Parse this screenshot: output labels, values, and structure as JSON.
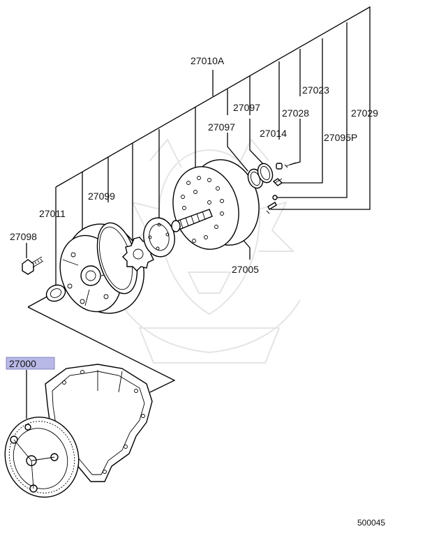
{
  "diagram": {
    "labels": {
      "p27010A": "27010A",
      "p27097a": "27097",
      "p27097b": "27097",
      "p27023": "27023",
      "p27028": "27028",
      "p27014": "27014",
      "p27029": "27029",
      "p27095P": "27095P",
      "p27099": "27099",
      "p27011": "27011",
      "p27098": "27098",
      "p27005": "27005",
      "p27000": "27000"
    },
    "highlight_color": "#b9b9e8",
    "diagram_number": "500045"
  }
}
